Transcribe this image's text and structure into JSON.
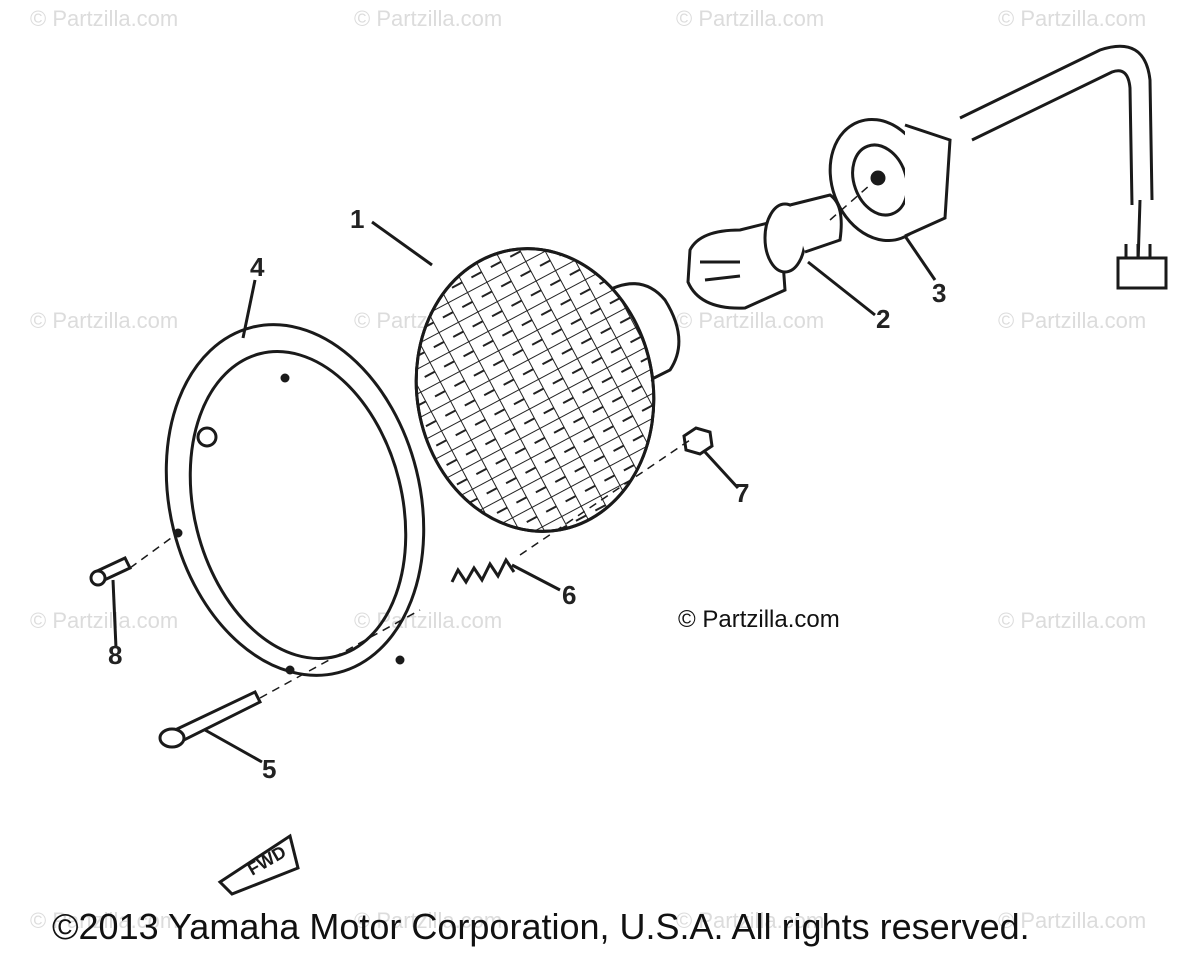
{
  "watermark": "© Partzilla.com",
  "site_credit": "© Partzilla.com",
  "copyright": "©2013 Yamaha Motor Corporation, U.S.A. All rights reserved.",
  "callouts": [
    "1",
    "2",
    "3",
    "4",
    "5",
    "6",
    "7",
    "8"
  ],
  "fwd_label": "FWD",
  "colors": {
    "ink": "#1a1a1a",
    "watermark": "#dcdcdc",
    "background": "#ffffff"
  }
}
